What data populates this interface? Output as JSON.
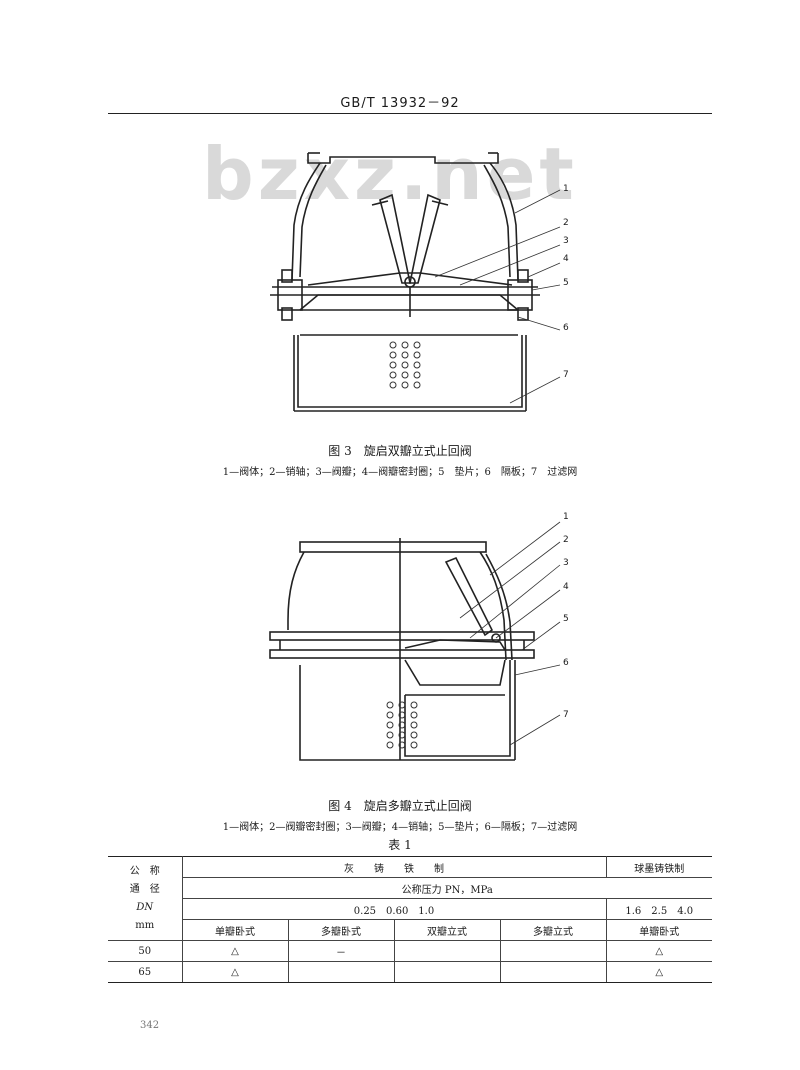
{
  "header": {
    "standard_number": "GB/T 13932－92"
  },
  "watermark": "bzxz.net",
  "figure3": {
    "caption": "图 3　旋启双瓣立式止回阀",
    "legend": "1—阀体；2—销轴；3—阀瓣；4—阀瓣密封圈；5　垫片；6　隔板；7　过滤网",
    "callouts": [
      "1",
      "2",
      "3",
      "4",
      "5",
      "6",
      "7"
    ]
  },
  "figure4": {
    "caption": "图 4　旋启多瓣立式止回阀",
    "legend": "1—阀体；2—阀瓣密封圈；3—阀瓣；4—销轴；5—垫片；6—隔板；7—过滤网",
    "callouts": [
      "1",
      "2",
      "3",
      "4",
      "5",
      "6",
      "7"
    ]
  },
  "table": {
    "title": "表 1",
    "stub_header": [
      "公　称",
      "通　径",
      "DN",
      "mm"
    ],
    "material_gray": "灰　　铸　　铁　　制",
    "material_ductile": "球墨铸铁制",
    "pressure_label": "公称压力 PN，MPa",
    "pressures_gray": "0.25　0.60　1.0",
    "pressures_ductile": "1.6　2.5　4.0",
    "types": [
      "单瓣卧式",
      "多瓣卧式",
      "双瓣立式",
      "多瓣立式",
      "单瓣卧式"
    ],
    "rows": [
      {
        "dn": "50",
        "cells": [
          "△",
          "－",
          "",
          "",
          "△"
        ]
      },
      {
        "dn": "65",
        "cells": [
          "△",
          "",
          "",
          "",
          "△"
        ]
      }
    ]
  },
  "page_number": "342"
}
